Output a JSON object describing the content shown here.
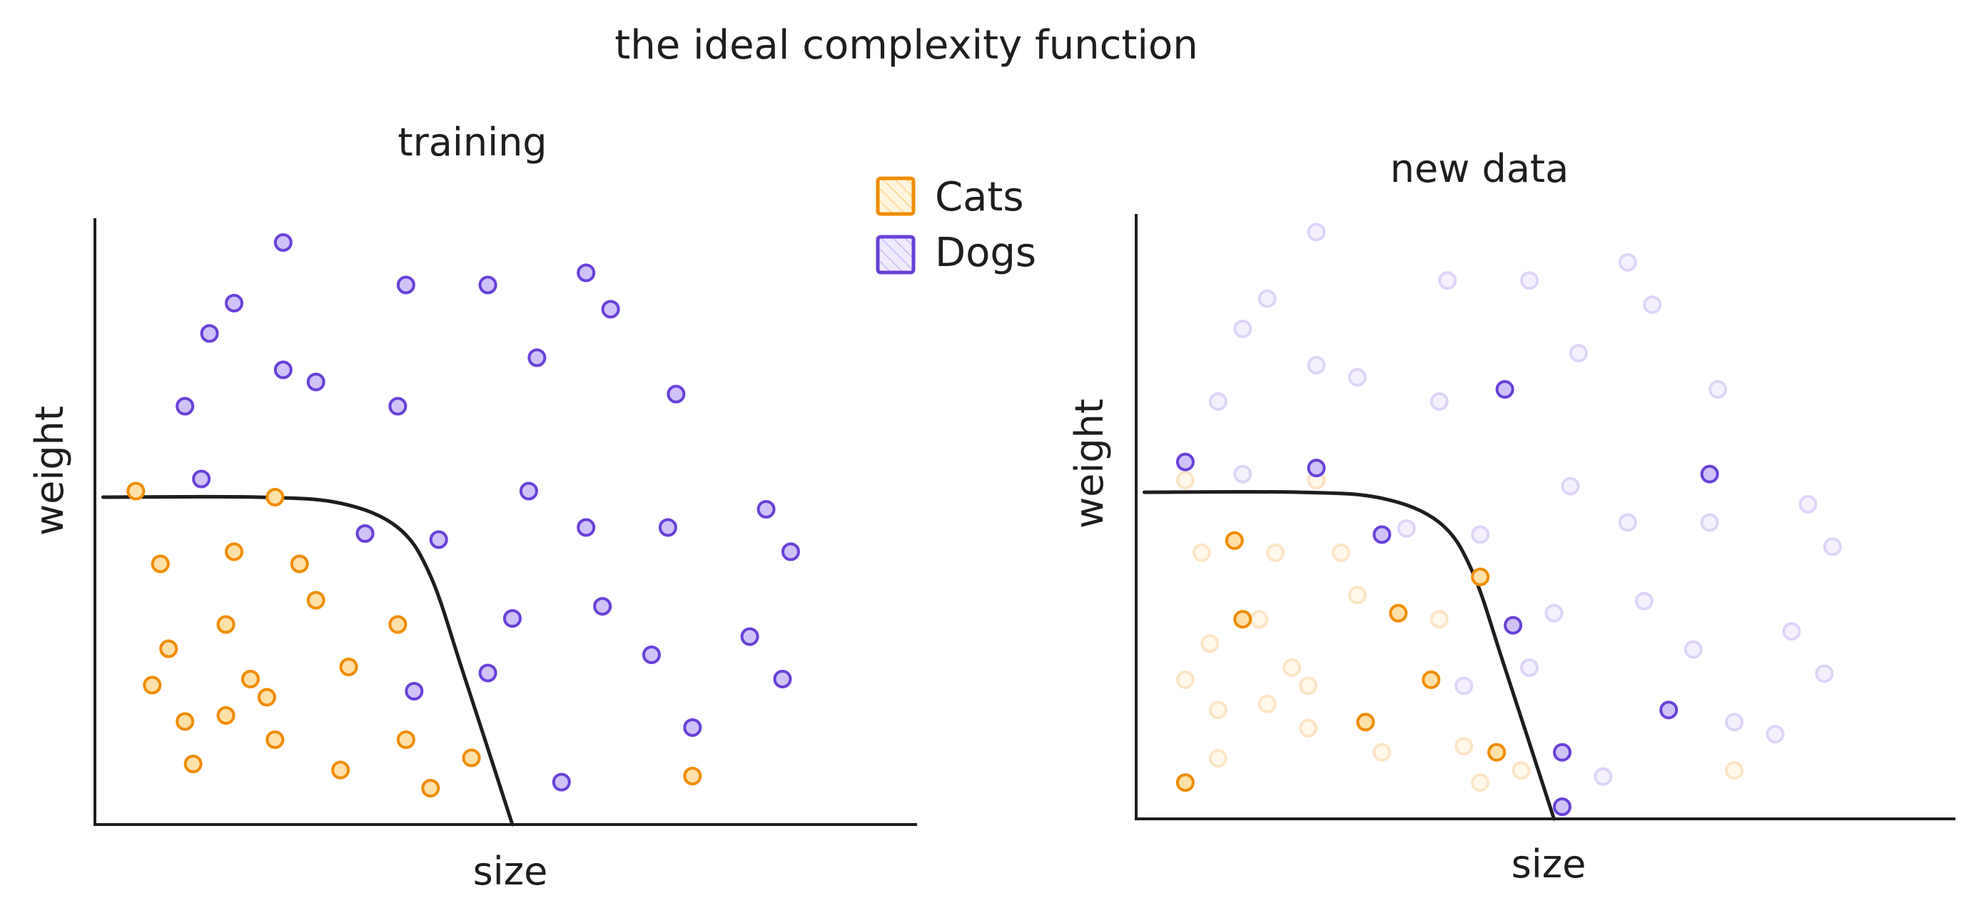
{
  "title": "the ideal complexity function",
  "colors": {
    "cat": "#f08c00",
    "cat_fill": "#ffe0a8",
    "dog": "#6741d9",
    "dog_fill": "#cfc2f7",
    "boundary": "#1e1e1e"
  },
  "legend": {
    "cats_label": "Cats",
    "dogs_label": "Dogs"
  },
  "chart_data": [
    {
      "type": "scatter",
      "title": "training",
      "xlabel": "size",
      "ylabel": "weight",
      "xlim": [
        0,
        100
      ],
      "ylim": [
        0,
        100
      ],
      "boundary": [
        [
          1,
          54
        ],
        [
          20,
          54
        ],
        [
          30,
          53
        ],
        [
          37,
          49
        ],
        [
          41,
          41
        ],
        [
          45,
          25
        ],
        [
          51,
          0
        ]
      ],
      "series": [
        {
          "name": "Cats",
          "points": [
            [
              5,
              55
            ],
            [
              22,
              54
            ],
            [
              8,
              43
            ],
            [
              17,
              45
            ],
            [
              25,
              43
            ],
            [
              16,
              33
            ],
            [
              27,
              37
            ],
            [
              37,
              33
            ],
            [
              9,
              29
            ],
            [
              7,
              23
            ],
            [
              19,
              24
            ],
            [
              21,
              21
            ],
            [
              31,
              26
            ],
            [
              11,
              17
            ],
            [
              16,
              18
            ],
            [
              22,
              14
            ],
            [
              12,
              10
            ],
            [
              30,
              9
            ],
            [
              38,
              14
            ],
            [
              41,
              6
            ],
            [
              46,
              11
            ],
            [
              73,
              8
            ]
          ]
        },
        {
          "name": "Dogs",
          "points": [
            [
              23,
              96
            ],
            [
              17,
              86
            ],
            [
              14,
              81
            ],
            [
              38,
              89
            ],
            [
              48,
              89
            ],
            [
              60,
              91
            ],
            [
              63,
              85
            ],
            [
              23,
              75
            ],
            [
              27,
              73
            ],
            [
              54,
              77
            ],
            [
              11,
              69
            ],
            [
              37,
              69
            ],
            [
              71,
              71
            ],
            [
              13,
              57
            ],
            [
              53,
              55
            ],
            [
              82,
              52
            ],
            [
              33,
              48
            ],
            [
              42,
              47
            ],
            [
              60,
              49
            ],
            [
              70,
              49
            ],
            [
              85,
              45
            ],
            [
              51,
              34
            ],
            [
              62,
              36
            ],
            [
              48,
              25
            ],
            [
              39,
              22
            ],
            [
              68,
              28
            ],
            [
              80,
              31
            ],
            [
              84,
              24
            ],
            [
              73,
              16
            ],
            [
              57,
              7
            ]
          ]
        }
      ]
    },
    {
      "type": "scatter",
      "title": "new data",
      "xlabel": "size",
      "ylabel": "weight",
      "xlim": [
        0,
        100
      ],
      "ylim": [
        0,
        100
      ],
      "boundary": [
        [
          1,
          54
        ],
        [
          20,
          54
        ],
        [
          30,
          53
        ],
        [
          37,
          49
        ],
        [
          41,
          41
        ],
        [
          45,
          25
        ],
        [
          51,
          0
        ]
      ],
      "series": [
        {
          "name": "Cats",
          "points": [
            [
              12,
              46
            ],
            [
              42,
              40
            ],
            [
              13,
              33
            ],
            [
              32,
              34
            ],
            [
              36,
              23
            ],
            [
              28,
              16
            ],
            [
              44,
              11
            ],
            [
              6,
              6
            ]
          ]
        },
        {
          "name": "Dogs",
          "points": [
            [
              6,
              59
            ],
            [
              22,
              58
            ],
            [
              30,
              47
            ],
            [
              45,
              71
            ],
            [
              70,
              57
            ],
            [
              46,
              32
            ],
            [
              52,
              11
            ],
            [
              65,
              18
            ],
            [
              52,
              2
            ]
          ]
        }
      ],
      "faded_series": [
        {
          "name": "Cats",
          "points": [
            [
              6,
              56
            ],
            [
              22,
              56
            ],
            [
              8,
              44
            ],
            [
              17,
              44
            ],
            [
              25,
              44
            ],
            [
              27,
              37
            ],
            [
              15,
              33
            ],
            [
              37,
              33
            ],
            [
              9,
              29
            ],
            [
              19,
              25
            ],
            [
              21,
              22
            ],
            [
              6,
              23
            ],
            [
              10,
              18
            ],
            [
              16,
              19
            ],
            [
              21,
              15
            ],
            [
              10,
              10
            ],
            [
              30,
              11
            ],
            [
              40,
              12
            ],
            [
              42,
              6
            ],
            [
              47,
              8
            ],
            [
              73,
              8
            ]
          ]
        },
        {
          "name": "Dogs",
          "points": [
            [
              22,
              97
            ],
            [
              16,
              86
            ],
            [
              13,
              81
            ],
            [
              38,
              89
            ],
            [
              48,
              89
            ],
            [
              60,
              92
            ],
            [
              63,
              85
            ],
            [
              22,
              75
            ],
            [
              27,
              73
            ],
            [
              54,
              77
            ],
            [
              10,
              69
            ],
            [
              37,
              69
            ],
            [
              71,
              71
            ],
            [
              13,
              57
            ],
            [
              53,
              55
            ],
            [
              82,
              52
            ],
            [
              33,
              48
            ],
            [
              42,
              47
            ],
            [
              60,
              49
            ],
            [
              70,
              49
            ],
            [
              85,
              45
            ],
            [
              51,
              34
            ],
            [
              62,
              36
            ],
            [
              48,
              25
            ],
            [
              40,
              22
            ],
            [
              68,
              28
            ],
            [
              80,
              31
            ],
            [
              84,
              24
            ],
            [
              73,
              16
            ],
            [
              57,
              7
            ],
            [
              78,
              14
            ]
          ]
        }
      ]
    }
  ]
}
